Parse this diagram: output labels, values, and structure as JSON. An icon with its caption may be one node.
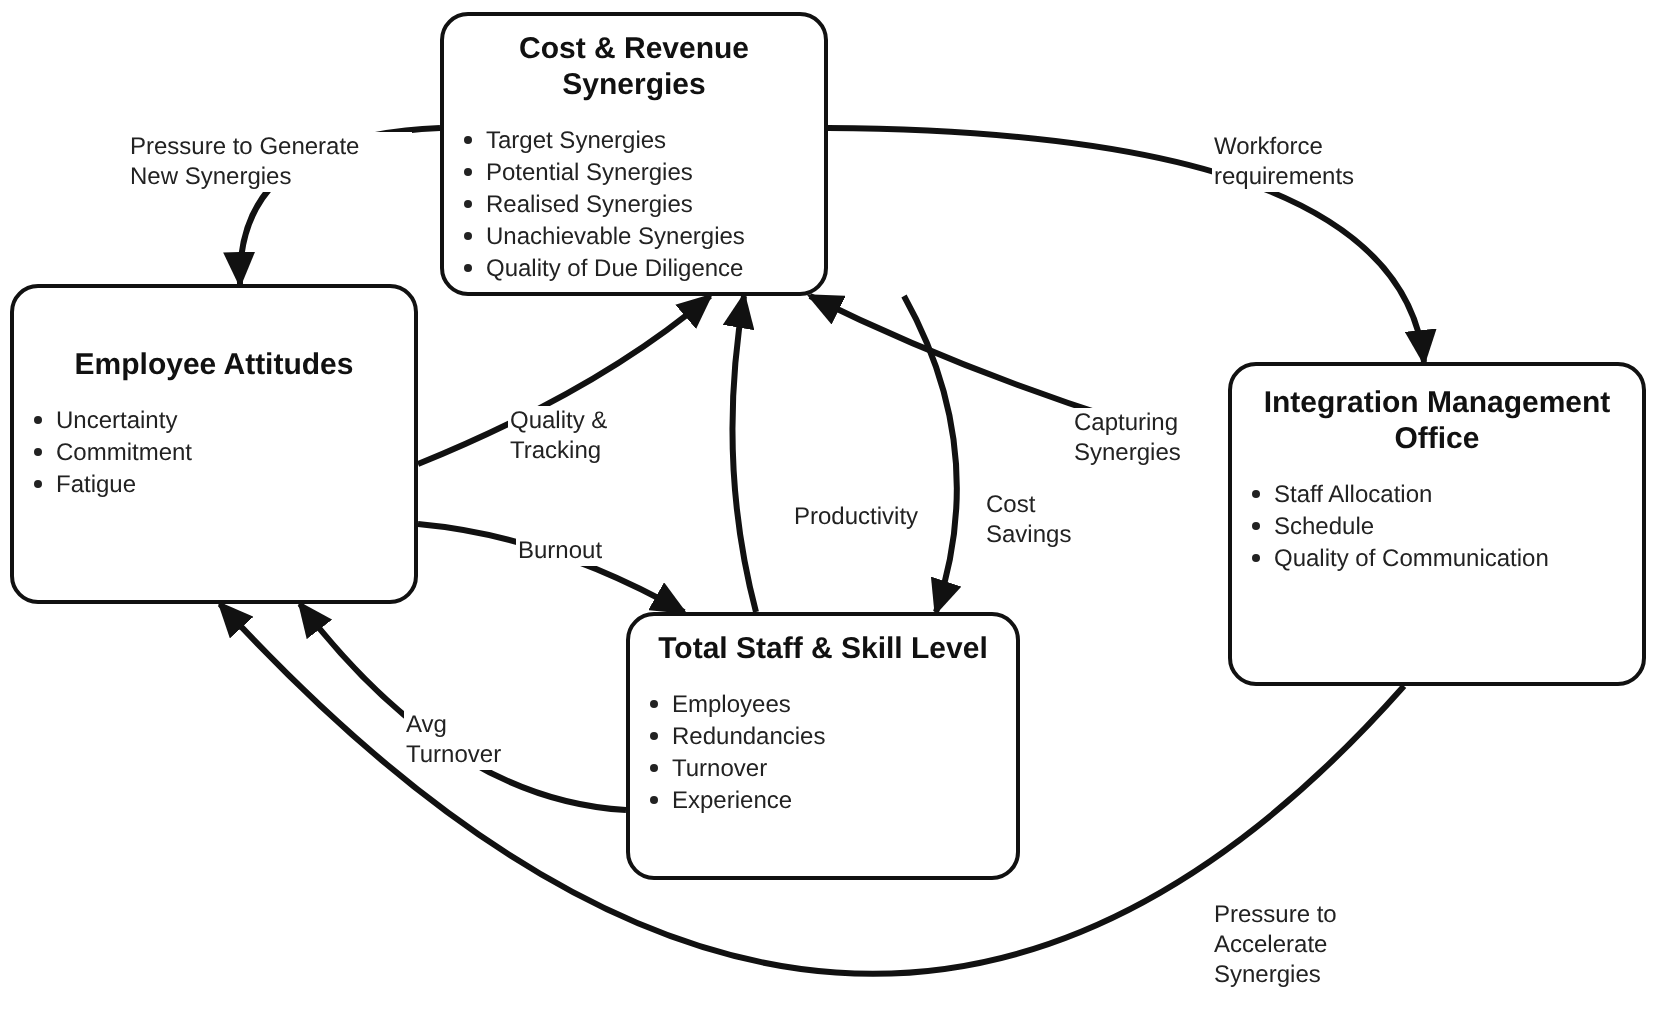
{
  "diagram": {
    "nodes": [
      {
        "text": [
          "Cost & Revenue Synergies",
          "Target Synergies",
          "Potential Synergies",
          "Realised Synergies",
          "Unachievable Synergies",
          "Quality of Due Diligence"
        ]
      },
      {
        "text": [
          "Employee Attitudes",
          "Uncertainty",
          "Commitment",
          "Fatigue"
        ]
      },
      {
        "text": [
          "Integration Management Office",
          "Staff Allocation",
          "Schedule",
          "Quality of Communication"
        ]
      },
      {
        "text": [
          "Total Staff & Skill Level",
          "Employees",
          "Redundancies",
          "Turnover",
          "Experience"
        ]
      }
    ],
    "edges": [
      {
        "from": 0,
        "to": 1,
        "arrow": "to",
        "label": "Pressure to Generate New Synergies"
      },
      {
        "from": 0,
        "to": 2,
        "arrow": "to",
        "label": "Workforce requirements"
      },
      {
        "from": 2,
        "to": 0,
        "arrow": "to",
        "label": "Capturing Synergies"
      },
      {
        "from": 1,
        "to": 0,
        "arrow": "to",
        "label": "Quality & Tracking"
      },
      {
        "from": 1,
        "to": 3,
        "arrow": "to",
        "label": "Burnout"
      },
      {
        "from": 3,
        "to": 0,
        "arrow": "to",
        "label": "Productivity"
      },
      {
        "from": 0,
        "to": 3,
        "arrow": "to",
        "label": "Cost Savings"
      },
      {
        "from": 3,
        "to": 1,
        "arrow": "to",
        "label": "Avg Turnover"
      },
      {
        "from": 2,
        "to": 1,
        "arrow": "to",
        "label": "Pressure to Accelerate Synergies"
      }
    ]
  }
}
